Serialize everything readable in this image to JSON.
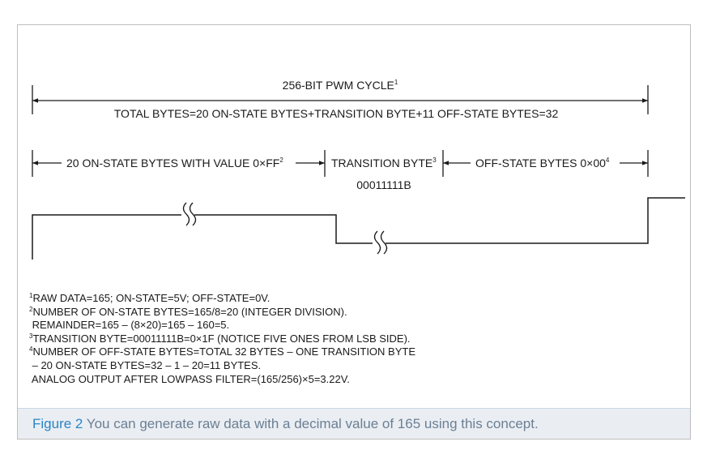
{
  "labels": {
    "cycle": "256-BIT PWM CYCLE",
    "cycle_sup": "1",
    "total": "TOTAL BYTES=20 ON-STATE BYTES+TRANSITION BYTE+11 OFF-STATE BYTES=32",
    "on_state": "20 ON-STATE BYTES WITH VALUE 0×FF",
    "on_state_sup": "2",
    "transition": "TRANSITION BYTE",
    "transition_sup": "3",
    "off_state": "OFF-STATE BYTES 0×00",
    "off_state_sup": "4",
    "transition_value": "00011111B"
  },
  "notes": [
    {
      "sup": "1",
      "text": "RAW DATA=165; ON-STATE=5V; OFF-STATE=0V."
    },
    {
      "sup": "2",
      "text": "NUMBER OF ON-STATE BYTES=165/8=20 (INTEGER DIVISION)."
    },
    {
      "sup": "",
      "text": " REMAINDER=165 – (8×20)=165 – 160=5."
    },
    {
      "sup": "3",
      "text": "TRANSITION BYTE=00011111B=0×1F (NOTICE FIVE ONES FROM LSB SIDE)."
    },
    {
      "sup": "4",
      "text": "NUMBER OF OFF-STATE BYTES=TOTAL 32 BYTES – ONE TRANSITION BYTE"
    },
    {
      "sup": "",
      "text": " – 20 ON-STATE BYTES=32 – 1 – 20=11 BYTES."
    },
    {
      "sup": "",
      "text": " ANALOG OUTPUT AFTER LOWPASS FILTER=(165/256)×5=3.22V."
    }
  ],
  "caption": {
    "figure": "Figure 2",
    "text": " You can generate raw data with a decimal value of 165 using this concept."
  },
  "colors": {
    "caption_accent": "#2a84c6",
    "caption_text": "#6b7f93",
    "caption_bg": "#eaeef3"
  }
}
